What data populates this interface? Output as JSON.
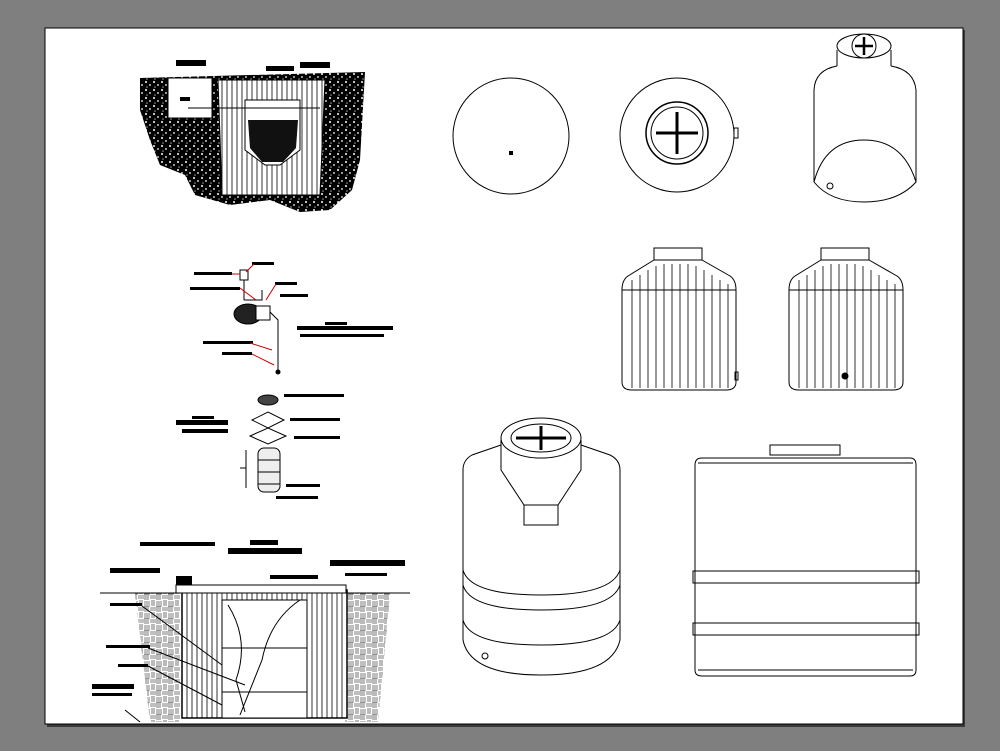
{
  "canvas": {
    "background_color": "#7f7f7f",
    "paper_color": "#ffffff",
    "line_color": "#000000"
  },
  "drawings": [
    {
      "id": "septic-tank-section",
      "icon": "soil-section"
    },
    {
      "id": "pump-assembly-detail",
      "icon": "pump"
    },
    {
      "id": "filter-exploded-detail",
      "icon": "filter"
    },
    {
      "id": "underground-cistern-section",
      "icon": "cistern"
    },
    {
      "id": "tank-top-view-plain",
      "icon": "circle"
    },
    {
      "id": "tank-top-view-lid",
      "icon": "circle-lid"
    },
    {
      "id": "cylindrical-tank-elevation",
      "icon": "tank"
    },
    {
      "id": "ribbed-tank-elevation-1",
      "icon": "tank"
    },
    {
      "id": "ribbed-tank-elevation-2",
      "icon": "tank"
    },
    {
      "id": "large-tank-elevation",
      "icon": "tank"
    },
    {
      "id": "rectangular-tank-elevation",
      "icon": "tank"
    }
  ]
}
